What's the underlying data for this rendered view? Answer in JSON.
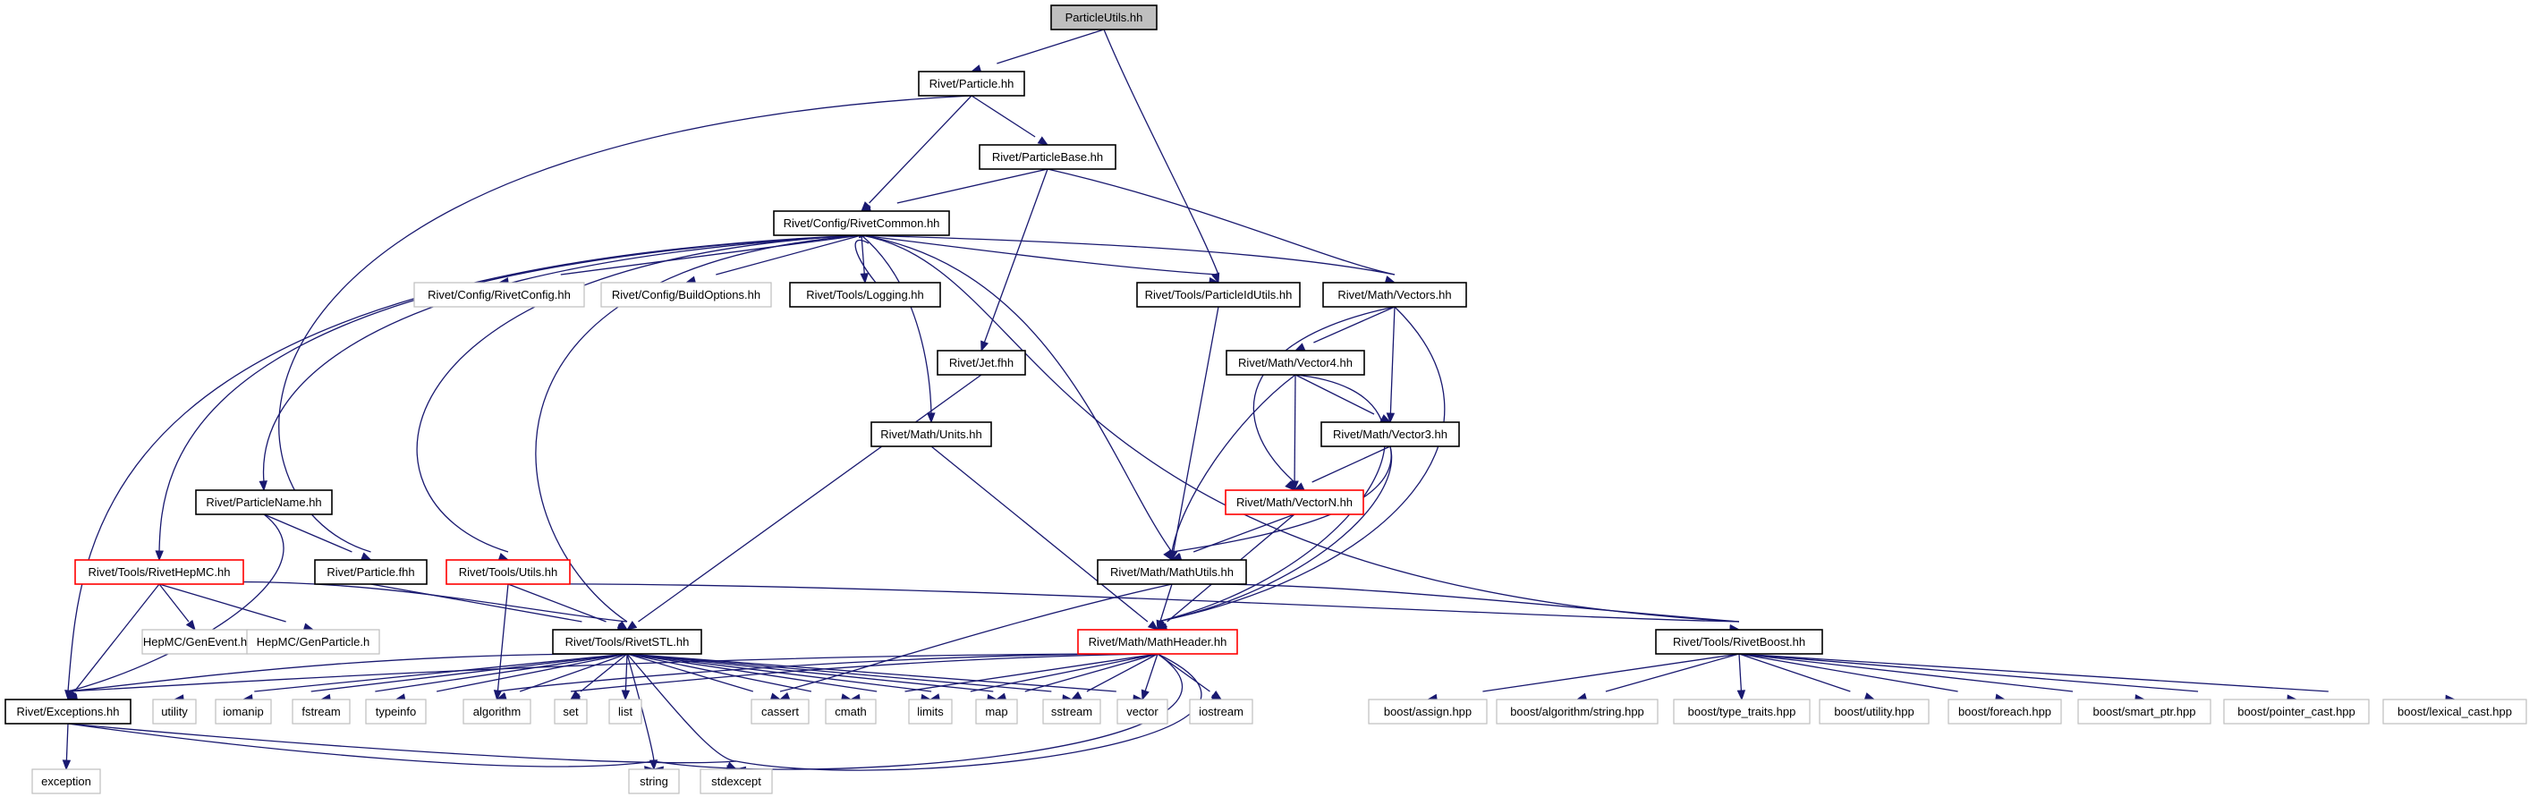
{
  "nodes": [
    {
      "id": "root",
      "label": "ParticleUtils.hh",
      "style": "root"
    },
    {
      "id": "particle",
      "label": "Rivet/Particle.hh",
      "style": "normal"
    },
    {
      "id": "particlebase",
      "label": "Rivet/ParticleBase.hh",
      "style": "normal"
    },
    {
      "id": "rivetcommon",
      "label": "Rivet/Config/RivetCommon.hh",
      "style": "normal"
    },
    {
      "id": "rivetconfig",
      "label": "Rivet/Config/RivetConfig.hh",
      "style": "ext"
    },
    {
      "id": "buildoptions",
      "label": "Rivet/Config/BuildOptions.hh",
      "style": "ext"
    },
    {
      "id": "logging",
      "label": "Rivet/Tools/Logging.hh",
      "style": "normal"
    },
    {
      "id": "particleidutils",
      "label": "Rivet/Tools/ParticleIdUtils.hh",
      "style": "normal"
    },
    {
      "id": "vectors",
      "label": "Rivet/Math/Vectors.hh",
      "style": "normal"
    },
    {
      "id": "jetfhh",
      "label": "Rivet/Jet.fhh",
      "style": "normal"
    },
    {
      "id": "vector4",
      "label": "Rivet/Math/Vector4.hh",
      "style": "normal"
    },
    {
      "id": "units",
      "label": "Rivet/Math/Units.hh",
      "style": "normal"
    },
    {
      "id": "vector3",
      "label": "Rivet/Math/Vector3.hh",
      "style": "normal"
    },
    {
      "id": "particlename",
      "label": "Rivet/ParticleName.hh",
      "style": "normal"
    },
    {
      "id": "vectorn",
      "label": "Rivet/Math/VectorN.hh",
      "style": "trunc"
    },
    {
      "id": "rivethepmc",
      "label": "Rivet/Tools/RivetHepMC.hh",
      "style": "trunc"
    },
    {
      "id": "particlefhh",
      "label": "Rivet/Particle.fhh",
      "style": "normal"
    },
    {
      "id": "utils",
      "label": "Rivet/Tools/Utils.hh",
      "style": "trunc"
    },
    {
      "id": "mathutils",
      "label": "Rivet/Math/MathUtils.hh",
      "style": "normal"
    },
    {
      "id": "genevent",
      "label": "HepMC/GenEvent.h",
      "style": "ext"
    },
    {
      "id": "genparticle",
      "label": "HepMC/GenParticle.h",
      "style": "ext"
    },
    {
      "id": "rivetstl",
      "label": "Rivet/Tools/RivetSTL.hh",
      "style": "normal"
    },
    {
      "id": "mathheader",
      "label": "Rivet/Math/MathHeader.hh",
      "style": "trunc"
    },
    {
      "id": "rivetboost",
      "label": "Rivet/Tools/RivetBoost.hh",
      "style": "normal"
    },
    {
      "id": "exceptions",
      "label": "Rivet/Exceptions.hh",
      "style": "normal"
    },
    {
      "id": "utility",
      "label": "utility",
      "style": "ext"
    },
    {
      "id": "iomanip",
      "label": "iomanip",
      "style": "ext"
    },
    {
      "id": "fstream",
      "label": "fstream",
      "style": "ext"
    },
    {
      "id": "typeinfo",
      "label": "typeinfo",
      "style": "ext"
    },
    {
      "id": "algorithm",
      "label": "algorithm",
      "style": "ext"
    },
    {
      "id": "set",
      "label": "set",
      "style": "ext"
    },
    {
      "id": "list",
      "label": "list",
      "style": "ext"
    },
    {
      "id": "cassert",
      "label": "cassert",
      "style": "ext"
    },
    {
      "id": "cmath",
      "label": "cmath",
      "style": "ext"
    },
    {
      "id": "limits",
      "label": "limits",
      "style": "ext"
    },
    {
      "id": "map",
      "label": "map",
      "style": "ext"
    },
    {
      "id": "sstream",
      "label": "sstream",
      "style": "ext"
    },
    {
      "id": "vector",
      "label": "vector",
      "style": "ext"
    },
    {
      "id": "iostream",
      "label": "iostream",
      "style": "ext"
    },
    {
      "id": "boostassign",
      "label": "boost/assign.hpp",
      "style": "ext"
    },
    {
      "id": "boostalgostring",
      "label": "boost/algorithm/string.hpp",
      "style": "ext"
    },
    {
      "id": "boosttypetraits",
      "label": "boost/type_traits.hpp",
      "style": "ext"
    },
    {
      "id": "boostutility",
      "label": "boost/utility.hpp",
      "style": "ext"
    },
    {
      "id": "boostforeach",
      "label": "boost/foreach.hpp",
      "style": "ext"
    },
    {
      "id": "boostsmartptr",
      "label": "boost/smart_ptr.hpp",
      "style": "ext"
    },
    {
      "id": "boostpointercast",
      "label": "boost/pointer_cast.hpp",
      "style": "ext"
    },
    {
      "id": "boostlexicalcast",
      "label": "boost/lexical_cast.hpp",
      "style": "ext"
    },
    {
      "id": "exception",
      "label": "exception",
      "style": "ext"
    },
    {
      "id": "string",
      "label": "string",
      "style": "ext"
    },
    {
      "id": "stdexcept",
      "label": "stdexcept",
      "style": "ext"
    }
  ],
  "edges": [
    [
      "root",
      "particle"
    ],
    [
      "root",
      "particleidutils"
    ],
    [
      "particle",
      "rivetcommon"
    ],
    [
      "particle",
      "particlebase"
    ],
    [
      "particle",
      "particlefhh"
    ],
    [
      "particlebase",
      "rivetcommon"
    ],
    [
      "particlebase",
      "jetfhh"
    ],
    [
      "particlebase",
      "vectors"
    ],
    [
      "rivetcommon",
      "rivetconfig"
    ],
    [
      "rivetcommon",
      "buildoptions"
    ],
    [
      "rivetcommon",
      "logging"
    ],
    [
      "rivetcommon",
      "particleidutils"
    ],
    [
      "rivetcommon",
      "vectors"
    ],
    [
      "rivetcommon",
      "units"
    ],
    [
      "rivetcommon",
      "mathutils"
    ],
    [
      "rivetcommon",
      "rivetboost"
    ],
    [
      "rivetcommon",
      "particlename"
    ],
    [
      "rivetcommon",
      "utils"
    ],
    [
      "rivetcommon",
      "rivetstl"
    ],
    [
      "rivetcommon",
      "rivethepmc"
    ],
    [
      "rivetcommon",
      "exceptions"
    ],
    [
      "logging",
      "rivetcommon"
    ],
    [
      "particleidutils",
      "mathutils"
    ],
    [
      "vectors",
      "vector4"
    ],
    [
      "vectors",
      "vector3"
    ],
    [
      "vectors",
      "vectorn"
    ],
    [
      "vectors",
      "mathheader"
    ],
    [
      "jetfhh",
      "rivetstl"
    ],
    [
      "vector4",
      "vector3"
    ],
    [
      "vector4",
      "vectorn"
    ],
    [
      "vector4",
      "mathutils"
    ],
    [
      "vector4",
      "mathheader"
    ],
    [
      "units",
      "mathheader"
    ],
    [
      "vector3",
      "vectorn"
    ],
    [
      "vector3",
      "mathutils"
    ],
    [
      "vector3",
      "mathheader"
    ],
    [
      "vectorn",
      "mathutils"
    ],
    [
      "vectorn",
      "mathheader"
    ],
    [
      "particlename",
      "particlefhh"
    ],
    [
      "particlename",
      "exceptions"
    ],
    [
      "rivethepmc",
      "genevent"
    ],
    [
      "rivethepmc",
      "genparticle"
    ],
    [
      "rivethepmc",
      "rivetstl"
    ],
    [
      "rivethepmc",
      "exceptions"
    ],
    [
      "particlefhh",
      "rivetstl"
    ],
    [
      "utils",
      "rivetstl"
    ],
    [
      "utils",
      "algorithm"
    ],
    [
      "utils",
      "rivetboost"
    ],
    [
      "mathutils",
      "mathheader"
    ],
    [
      "mathutils",
      "rivetboost"
    ],
    [
      "mathutils",
      "cassert"
    ],
    [
      "rivetstl",
      "exceptions"
    ],
    [
      "rivetstl",
      "utility"
    ],
    [
      "rivetstl",
      "iomanip"
    ],
    [
      "rivetstl",
      "fstream"
    ],
    [
      "rivetstl",
      "typeinfo"
    ],
    [
      "rivetstl",
      "algorithm"
    ],
    [
      "rivetstl",
      "set"
    ],
    [
      "rivetstl",
      "list"
    ],
    [
      "rivetstl",
      "cassert"
    ],
    [
      "rivetstl",
      "cmath"
    ],
    [
      "rivetstl",
      "limits"
    ],
    [
      "rivetstl",
      "map"
    ],
    [
      "rivetstl",
      "sstream"
    ],
    [
      "rivetstl",
      "vector"
    ],
    [
      "rivetstl",
      "iostream"
    ],
    [
      "rivetstl",
      "string"
    ],
    [
      "rivetstl",
      "stdexcept"
    ],
    [
      "mathheader",
      "exceptions"
    ],
    [
      "mathheader",
      "set"
    ],
    [
      "mathheader",
      "cmath"
    ],
    [
      "mathheader",
      "limits"
    ],
    [
      "mathheader",
      "map"
    ],
    [
      "mathheader",
      "sstream"
    ],
    [
      "mathheader",
      "vector"
    ],
    [
      "mathheader",
      "iostream"
    ],
    [
      "mathheader",
      "algorithm"
    ],
    [
      "mathheader",
      "string"
    ],
    [
      "mathheader",
      "stdexcept"
    ],
    [
      "rivetboost",
      "boostassign"
    ],
    [
      "rivetboost",
      "boostalgostring"
    ],
    [
      "rivetboost",
      "boosttypetraits"
    ],
    [
      "rivetboost",
      "boostutility"
    ],
    [
      "rivetboost",
      "boostforeach"
    ],
    [
      "rivetboost",
      "boostsmartptr"
    ],
    [
      "rivetboost",
      "boostpointercast"
    ],
    [
      "rivetboost",
      "boostlexicalcast"
    ],
    [
      "exceptions",
      "exception"
    ],
    [
      "exceptions",
      "string"
    ],
    [
      "exceptions",
      "stdexcept"
    ]
  ]
}
